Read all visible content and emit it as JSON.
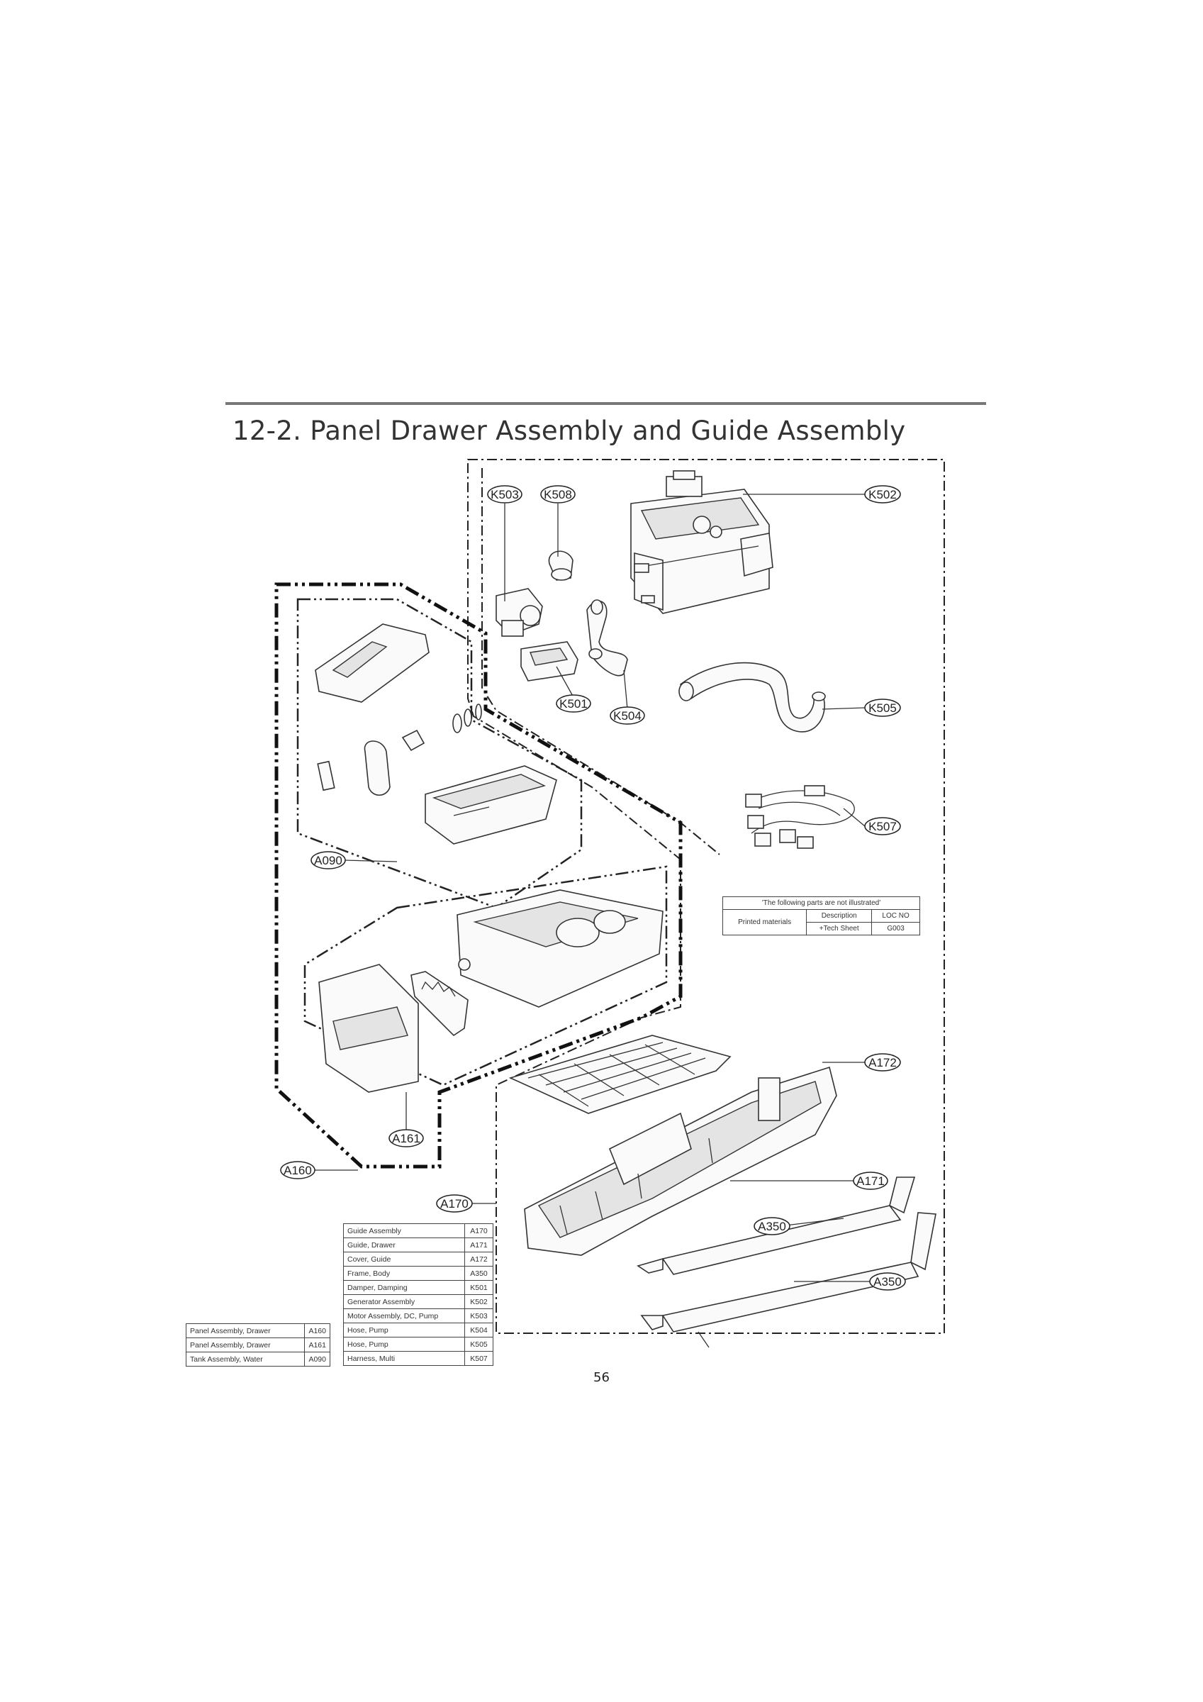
{
  "title": "12-2. Panel Drawer Assembly and Guide Assembly",
  "page_number": "56",
  "callouts": {
    "k503": "K503",
    "k508": "K508",
    "k502": "K502",
    "k501": "K501",
    "k504": "K504",
    "k505": "K505",
    "k507": "K507",
    "a090": "A090",
    "a172": "A172",
    "a161": "A161",
    "a160": "A160",
    "a170": "A170",
    "a171": "A171",
    "a350_upper": "A350",
    "a350_lower": "A350"
  },
  "printed_table": {
    "header": "'The following parts are not illustrated'",
    "row_label": "Printed materials",
    "col_description": "Description",
    "col_loc": "LOC NO",
    "item_description": "+Tech Sheet",
    "item_loc": "G003"
  },
  "guide_parts": [
    {
      "name": "Guide Assembly",
      "code": "A170"
    },
    {
      "name": "Guide, Drawer",
      "code": "A171"
    },
    {
      "name": "Cover, Guide",
      "code": "A172"
    },
    {
      "name": "Frame, Body",
      "code": "A350"
    },
    {
      "name": "Damper, Damping",
      "code": "K501"
    },
    {
      "name": "Generator Assembly",
      "code": "K502"
    },
    {
      "name": "Motor Assembly, DC, Pump",
      "code": "K503"
    },
    {
      "name": "Hose, Pump",
      "code": "K504"
    },
    {
      "name": "Hose, Pump",
      "code": "K505"
    },
    {
      "name": "Harness, Multi",
      "code": "K507"
    }
  ],
  "panel_parts": [
    {
      "name": "Panel Assembly, Drawer",
      "code": "A160"
    },
    {
      "name": "Panel Assembly, Drawer",
      "code": "A161"
    },
    {
      "name": "Tank Assembly, Water",
      "code": "A090"
    }
  ]
}
